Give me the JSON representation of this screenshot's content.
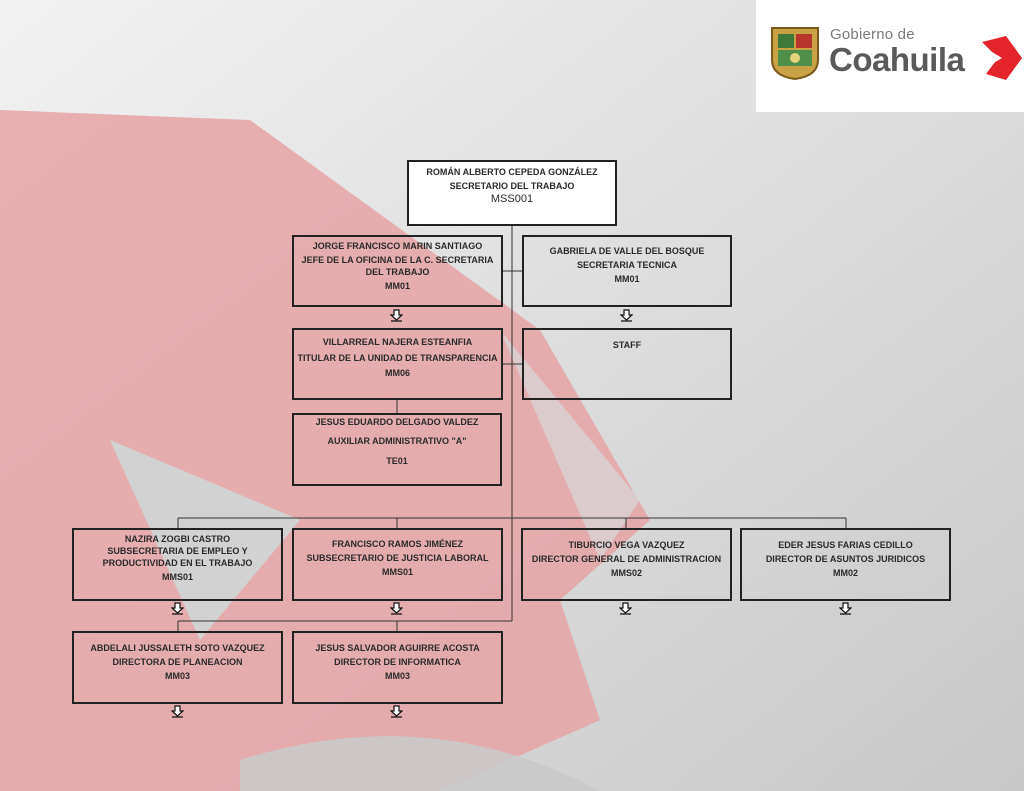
{
  "logo": {
    "line1": "Gobierno de",
    "line2": "Coahuila",
    "seal_icon": "coat-of-arms-icon",
    "mark_icon": "red-arrow-mark-icon"
  },
  "colors": {
    "background_arrow": "#e8a6a6",
    "box_border": "#222222",
    "logo_red": "#e3242b"
  },
  "org": {
    "top": {
      "name": "ROMÁN ALBERTO CEPEDA GONZÁLEZ",
      "title": "SECRETARIO DEL TRABAJO",
      "code": "MSS001"
    },
    "jefe_oficina": {
      "name": "JORGE FRANCISCO MARIN SANTIAGO",
      "title": "JEFE DE LA OFICINA DE LA C. SECRETARIA DEL TRABAJO",
      "code": "MM01"
    },
    "sec_tecnica": {
      "name": "GABRIELA DE VALLE DEL BOSQUE",
      "title": "SECRETARIA TECNICA",
      "code": "MM01"
    },
    "transparencia": {
      "name": "VILLARREAL NAJERA ESTEANFIA",
      "title": "TITULAR DE LA UNIDAD DE TRANSPARENCIA",
      "code": "MM06"
    },
    "staff": {
      "label": "STAFF"
    },
    "auxiliar": {
      "name": "JESUS EDUARDO DELGADO VALDEZ",
      "title": "AUXILIAR ADMINISTRATIVO \"A\"",
      "code": "TE01"
    },
    "empleo": {
      "name": "NAZIRA ZOGBI CASTRO",
      "title": "SUBSECRETARIA DE EMPLEO Y PRODUCTIVIDAD EN EL TRABAJO",
      "code": "MMS01"
    },
    "justicia": {
      "name": "FRANCISCO RAMOS JIMÉNEZ",
      "title": "SUBSECRETARIO DE JUSTICIA LABORAL",
      "code": "MMS01"
    },
    "administracion": {
      "name": "TIBURCIO VEGA VAZQUEZ",
      "title": "DIRECTOR GENERAL DE ADMINISTRACION",
      "code": "MMS02"
    },
    "juridicos": {
      "name": "EDER JESUS FARIAS CEDILLO",
      "title": "DIRECTOR DE ASUNTOS JURIDICOS",
      "code": "MM02"
    },
    "planeacion": {
      "name": "ABDELALI JUSSALETH SOTO VAZQUEZ",
      "title": "DIRECTORA DE PLANEACION",
      "code": "MM03"
    },
    "informatica": {
      "name": "JESUS SALVADOR AGUIRRE ACOSTA",
      "title": "DIRECTOR DE INFORMATICA",
      "code": "MM03"
    }
  },
  "expand_icon": "expand-arrow-icon"
}
